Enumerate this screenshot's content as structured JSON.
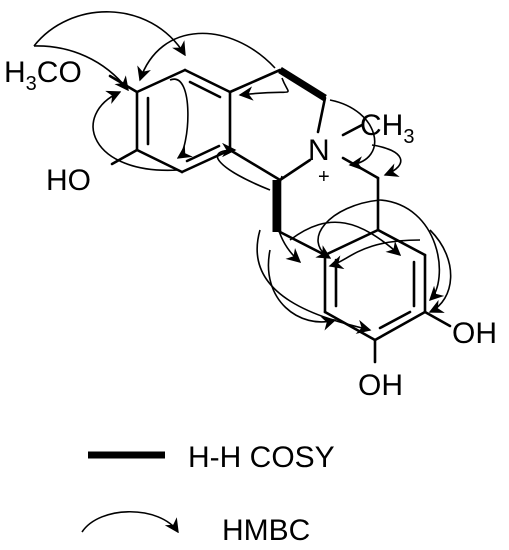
{
  "atoms": {
    "methoxy_h": "H",
    "methoxy_sub": "3",
    "methoxy_rest": "CO",
    "hydroxy_left": "HO",
    "nitrogen": "N",
    "charge": "+",
    "methyl_c": "CH",
    "methyl_sub": "3",
    "hydroxy_right": "OH",
    "hydroxy_bottom": "OH"
  },
  "legend": {
    "cosy_label": "H-H COSY",
    "hmbc_label": "HMBC"
  },
  "colors": {
    "ink": "#000000",
    "background": "#ffffff"
  }
}
